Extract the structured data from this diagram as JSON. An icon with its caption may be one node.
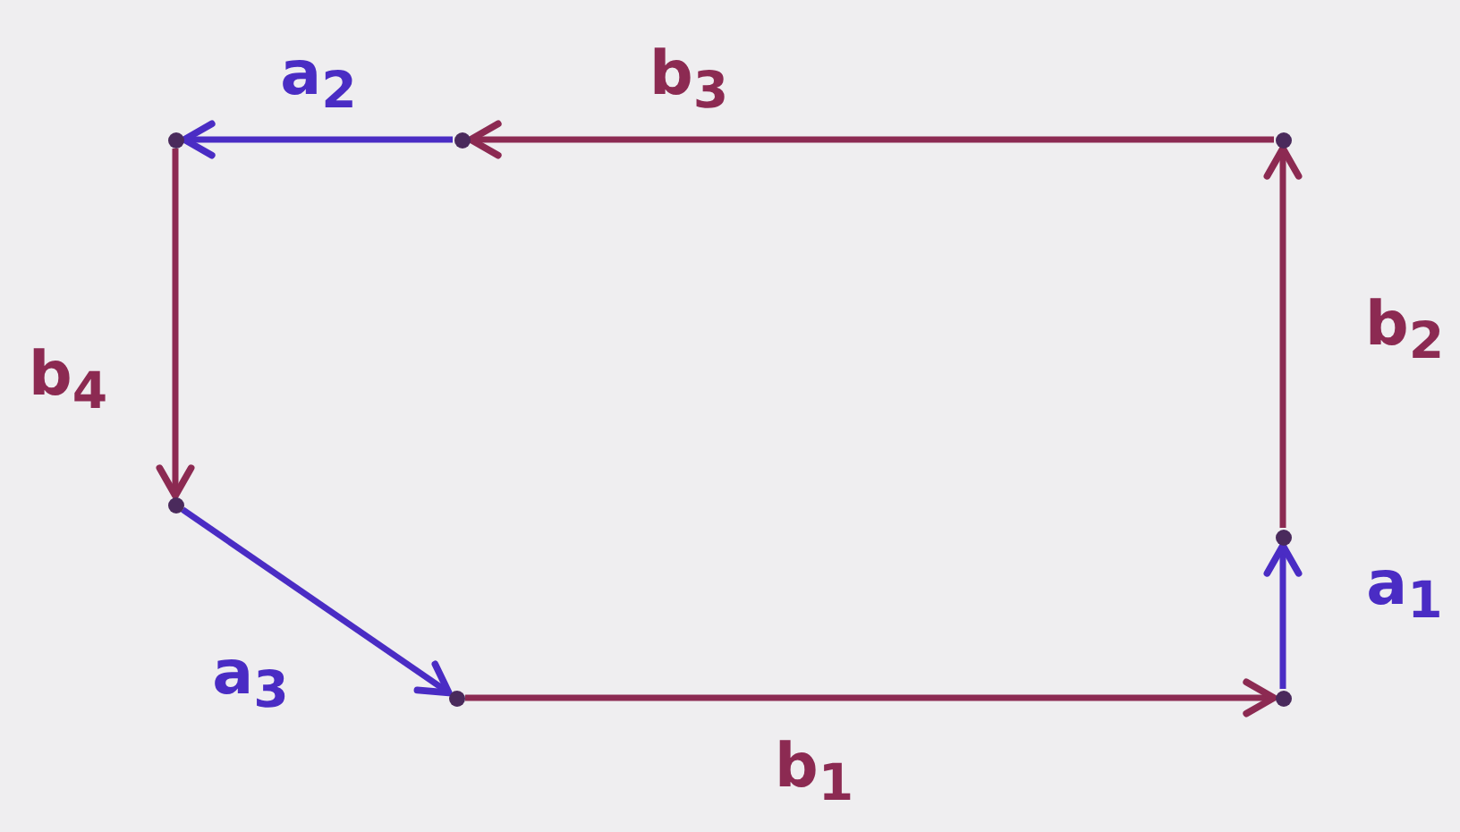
{
  "diagram": {
    "nodes": [
      {
        "text": [],
        "shape": "circle"
      },
      {
        "text": [],
        "shape": "circle"
      },
      {
        "text": [],
        "shape": "circle"
      },
      {
        "text": [],
        "shape": "circle"
      },
      {
        "text": [],
        "shape": "circle"
      },
      {
        "text": [],
        "shape": "circle"
      },
      {
        "text": [],
        "shape": "circle"
      }
    ],
    "edges": [
      {
        "from": 2,
        "to": 6,
        "arrow": "to",
        "label": "b$_{1}$"
      },
      {
        "from": 6,
        "to": 5,
        "arrow": "to",
        "label": "a$_{1}$",
        "color": "#4a2cc4"
      },
      {
        "from": 5,
        "to": 4,
        "arrow": "to",
        "label": "b$_{2}$"
      },
      {
        "from": 4,
        "to": 3,
        "arrow": "to",
        "label": "b$_{3}$"
      },
      {
        "from": 3,
        "to": 0,
        "arrow": "to",
        "label": "a$_{2}$",
        "color": "#4a2cc4"
      },
      {
        "from": 0,
        "to": 1,
        "arrow": "to",
        "label": "b$_{4}$"
      },
      {
        "from": 1,
        "to": 2,
        "arrow": "to",
        "label": "a$_{3}$",
        "color": "#4a2cc4"
      }
    ]
  }
}
